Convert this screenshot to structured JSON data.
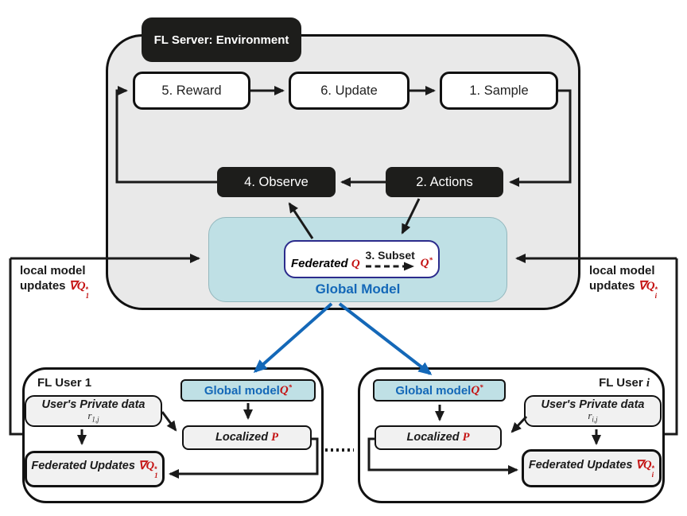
{
  "server": {
    "label": "FL Server: Environment",
    "boxes": {
      "reward": "5. Reward",
      "update": "6. Update",
      "sample": "1. Sample",
      "observe": "4. Observe",
      "actions": "2. Actions"
    },
    "global_model": {
      "caption": "Global Model",
      "federated_label": "Federated ",
      "federated_symbol": "Q",
      "subset_label": "3. Subset",
      "result_symbol": "Q",
      "result_sup": "*"
    }
  },
  "notes": {
    "left": {
      "line1": "local model",
      "line2": "updates ",
      "math": "∇Q",
      "sub": "1",
      "sup": "*"
    },
    "right": {
      "line1": "local model",
      "line2": "updates ",
      "math": "∇Q",
      "sub": "i",
      "sup": "*"
    }
  },
  "users": {
    "user1": {
      "title": "FL User 1",
      "global_box": {
        "label": "Global model ",
        "symbol": "Q",
        "sup": "*"
      },
      "private_box": {
        "label": "User's Private data",
        "var": "r",
        "sub": "1,j"
      },
      "localized_box": {
        "label": "Localized ",
        "symbol": "P"
      },
      "federated_box": {
        "label": "Federated Updates ",
        "math": "∇Q",
        "sub": "1",
        "sup": "*"
      }
    },
    "useri": {
      "title": "FL User ",
      "title_var": "i",
      "global_box": {
        "label": "Global model ",
        "symbol": "Q",
        "sup": "*"
      },
      "private_box": {
        "label": "User's Private data",
        "var": "r",
        "sub": "i,j"
      },
      "localized_box": {
        "label": "Localized ",
        "symbol": "P"
      },
      "federated_box": {
        "label": "Federated Updates ",
        "math": "∇Q",
        "sub": "i",
        "sup": "*"
      }
    }
  },
  "colors": {
    "accent_red": "#c41212",
    "accent_blue": "#1468b8",
    "teal_fill": "#bfe0e5",
    "server_fill": "#e9e9e9",
    "box_fill": "#f1f1f1",
    "dark_fill": "#1d1d1b"
  }
}
